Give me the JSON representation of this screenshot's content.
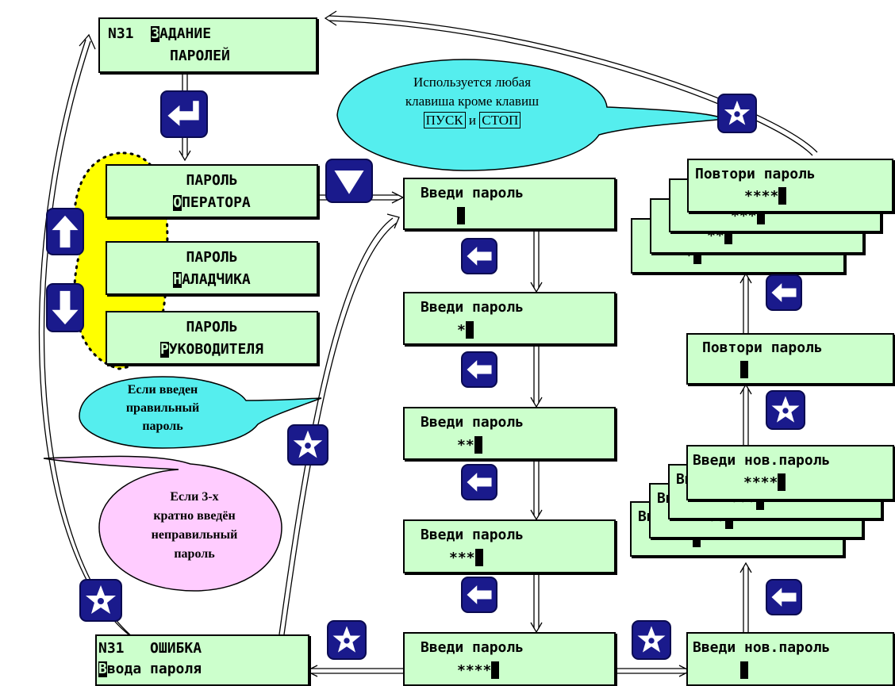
{
  "screens": {
    "zadanie": {
      "line1_pre": "N31  ",
      "line1_cur": "З",
      "line1_post": "АДАНИЕ",
      "line2": "ПАРОЛЕЙ"
    },
    "operator": {
      "line1": "ПАРОЛЬ",
      "line2_cur": "О",
      "line2_post": "ПЕРАТОРА"
    },
    "naladchik": {
      "line1": "ПАРОЛЬ",
      "line2_cur": "Н",
      "line2_post": "АЛАДЧИКА"
    },
    "rukovoditel": {
      "line1": "ПАРОЛЬ",
      "line2_cur": "Р",
      "line2_post": "УКОВОДИТЕЛЯ"
    },
    "vvedi_0": {
      "line1": "Введи пароль",
      "line2": ""
    },
    "vvedi_1": {
      "line1": "Введи пароль",
      "line2": "*"
    },
    "vvedi_2": {
      "line1": "Введи пароль",
      "line2": "**"
    },
    "vvedi_3": {
      "line1": "Введи пароль",
      "line2": "***"
    },
    "vvedi_4": {
      "line1": "Введи пароль",
      "line2": "****"
    },
    "oshibka": {
      "line1": "N31   ОШИБКА",
      "line2_cur": "В",
      "line2_post": "вода пароля"
    },
    "nov_0": {
      "line1": "Введи нов.пароль",
      "line2": ""
    },
    "nov_stack_back3": {
      "line1": "Вв",
      "line2": "*"
    },
    "nov_stack_back2": {
      "line1": "Вв",
      "line2": "**"
    },
    "nov_stack_back1": {
      "line1": "Вв",
      "line2": "***"
    },
    "nov_4": {
      "line1": "Введи нов.пароль",
      "line2": "****"
    },
    "povtori_0": {
      "line1": "Повтори пароль",
      "line2": ""
    },
    "povtori_stack_back3": {
      "line2": "*"
    },
    "povtori_stack_back2": {
      "line2": "**"
    },
    "povtori_stack_back1": {
      "line2": "***"
    },
    "povtori_4": {
      "line1": "Повтори пароль",
      "line2": "****"
    }
  },
  "callouts": {
    "any_key": {
      "line1": "Используется любая",
      "line2": "клавиша кроме клавиш",
      "key1": "ПУСК",
      "conj": "и",
      "key2": "СТОП"
    },
    "correct": {
      "line1": "Если введен",
      "line2": "правильный",
      "line3": "пароль"
    },
    "wrong": {
      "line1": "Если 3-х",
      "line2": "кратно введён",
      "line3": "неправильный",
      "line4": "пароль"
    }
  },
  "icons": {
    "enter": "enter-key-icon",
    "down": "down-arrow-key-icon",
    "up": "up-arrow-key-icon",
    "left": "left-arrow-key-icon",
    "star": "star-key-icon"
  },
  "colors": {
    "screen": "#ccffcc",
    "key": "#1a1a8c",
    "menu_highlight": "#ffff00",
    "bubble_cyan": "#55eeee",
    "bubble_pink": "#ffccff"
  }
}
